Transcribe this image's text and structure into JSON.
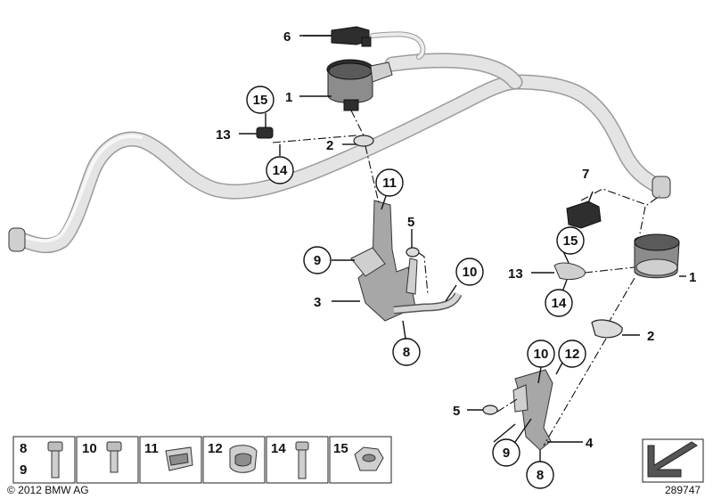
{
  "callouts": {
    "c1_upper": "1",
    "c1_lower": "1",
    "c2_upper": "2",
    "c2_lower": "2",
    "c3": "3",
    "c4": "4",
    "c5_upper": "5",
    "c5_lower": "5",
    "c6": "6",
    "c7": "7",
    "c8_upper": "8",
    "c8_lower": "8",
    "c9_upper": "9",
    "c9_lower": "9",
    "c10_upper": "10",
    "c10_lower": "10",
    "c11": "11",
    "c12": "12",
    "c13_upper": "13",
    "c13_lower": "13",
    "c14_upper": "14",
    "c14_lower": "14",
    "c15_upper": "15",
    "c15_lower": "15"
  },
  "legend": [
    {
      "line1": "8",
      "line2": "9",
      "icon": "bolt-icon"
    },
    {
      "line1": "10",
      "line2": "",
      "icon": "bolt-icon"
    },
    {
      "line1": "11",
      "line2": "",
      "icon": "clip-icon"
    },
    {
      "line1": "12",
      "line2": "",
      "icon": "clip-icon"
    },
    {
      "line1": "14",
      "line2": "",
      "icon": "bolt-icon"
    },
    {
      "line1": "15",
      "line2": "",
      "icon": "nut-icon"
    }
  ],
  "footer": {
    "copyright": "© 2012 BMW AG",
    "reference": "289747"
  },
  "colors": {
    "hose": "#e4e4e4",
    "part_dark": "#2e2e2e",
    "line": "#111111"
  }
}
